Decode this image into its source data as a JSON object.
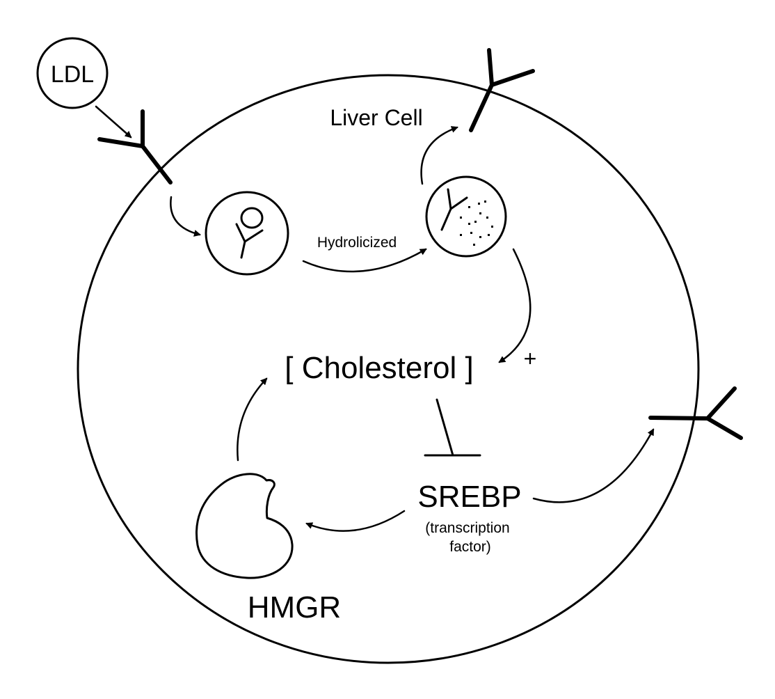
{
  "labels": {
    "ldl": "LDL",
    "liver_cell": "Liver Cell",
    "hydrolicized": "Hydrolicized",
    "cholesterol": "[ Cholesterol ]",
    "plus": "+",
    "srebp": "SREBP",
    "transcription": "(transcription",
    "factor": "factor)",
    "hmgr": "HMGR"
  },
  "colors": {
    "stroke": "#000000",
    "background": "#ffffff"
  }
}
